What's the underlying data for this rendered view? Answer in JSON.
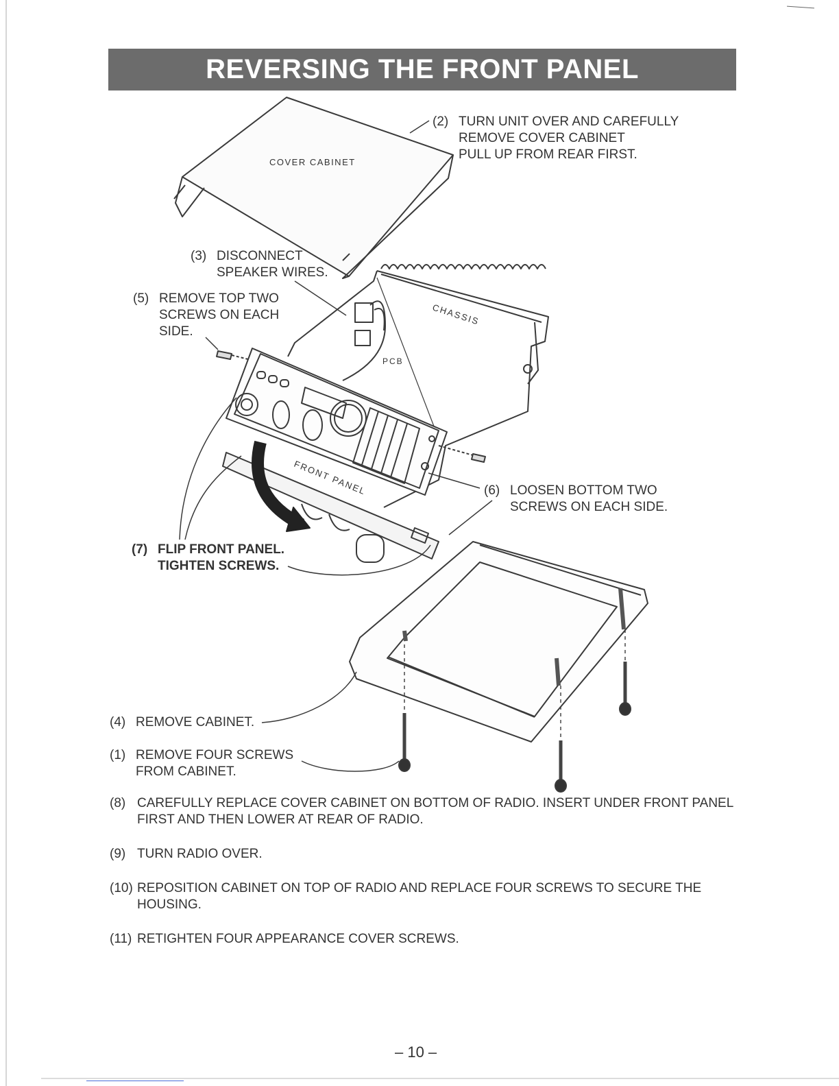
{
  "title": "REVERSING THE FRONT PANEL",
  "diagram_labels": {
    "cover_cabinet": "COVER CABINET",
    "chassis": "CHASSIS",
    "pcb": "PCB",
    "front_panel": "FRONT PANEL"
  },
  "callouts": [
    {
      "num": "(2)",
      "lines": [
        "TURN UNIT OVER AND CAREFULLY",
        "REMOVE COVER CABINET",
        "PULL UP FROM REAR FIRST."
      ]
    },
    {
      "num": "(3)",
      "lines": [
        "DISCONNECT",
        "SPEAKER WIRES."
      ]
    },
    {
      "num": "(5)",
      "lines": [
        "REMOVE TOP TWO",
        "SCREWS ON EACH",
        "SIDE."
      ]
    },
    {
      "num": "(6)",
      "lines": [
        "LOOSEN BOTTOM TWO",
        "SCREWS ON EACH SIDE."
      ]
    },
    {
      "num": "(7)",
      "lines": [
        "FLIP FRONT PANEL.",
        "TIGHTEN SCREWS."
      ]
    },
    {
      "num": "(4)",
      "lines": [
        "REMOVE CABINET."
      ]
    },
    {
      "num": "(1)",
      "lines": [
        "REMOVE FOUR SCREWS",
        "FROM CABINET."
      ]
    }
  ],
  "steps": [
    {
      "num": "(8)",
      "text": "CAREFULLY REPLACE COVER CABINET ON BOTTOM OF RADIO. INSERT UNDER FRONT PANEL FIRST AND THEN LOWER AT REAR OF RADIO."
    },
    {
      "num": "(9)",
      "text": "TURN RADIO OVER."
    },
    {
      "num": "(10)",
      "text": "REPOSITION CABINET ON TOP OF RADIO AND REPLACE FOUR SCREWS TO SECURE THE HOUSING."
    },
    {
      "num": "(11)",
      "text": "RETIGHTEN FOUR APPEARANCE COVER SCREWS."
    }
  ],
  "page_number": "– 10 –"
}
